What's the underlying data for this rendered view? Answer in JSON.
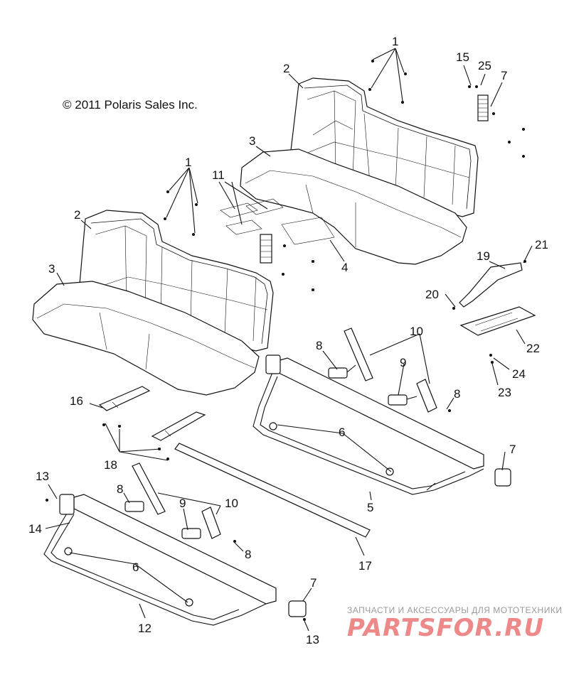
{
  "copyright": "© 2011 Polaris Sales Inc.",
  "watermark": {
    "tagline": "ЗАПЧАСТИ И АКСЕССУАРЫ ДЛЯ МОТОТЕХНИКИ",
    "logo": "PARTSFOR.RU"
  },
  "callouts": {
    "c1a": "1",
    "c1b": "1",
    "c2a": "2",
    "c2b": "2",
    "c3a": "3",
    "c3b": "3",
    "c4": "4",
    "c5": "5",
    "c6a": "6",
    "c6b": "6",
    "c7a": "7",
    "c7b": "7",
    "c7c": "7",
    "c8a": "8",
    "c8b": "8",
    "c8c": "8",
    "c8d": "8",
    "c9a": "9",
    "c9b": "9",
    "c10a": "10",
    "c10b": "10",
    "c11": "11",
    "c12": "12",
    "c13a": "13",
    "c13b": "13",
    "c14": "14",
    "c15": "15",
    "c16": "16",
    "c17": "17",
    "c18": "18",
    "c19": "19",
    "c20": "20",
    "c21": "21",
    "c22": "22",
    "c23": "23",
    "c24": "24",
    "c25": "25"
  },
  "colors": {
    "line": "#111111",
    "watermark_red": "#e02a2a",
    "watermark_gray": "#9a9a9a"
  }
}
